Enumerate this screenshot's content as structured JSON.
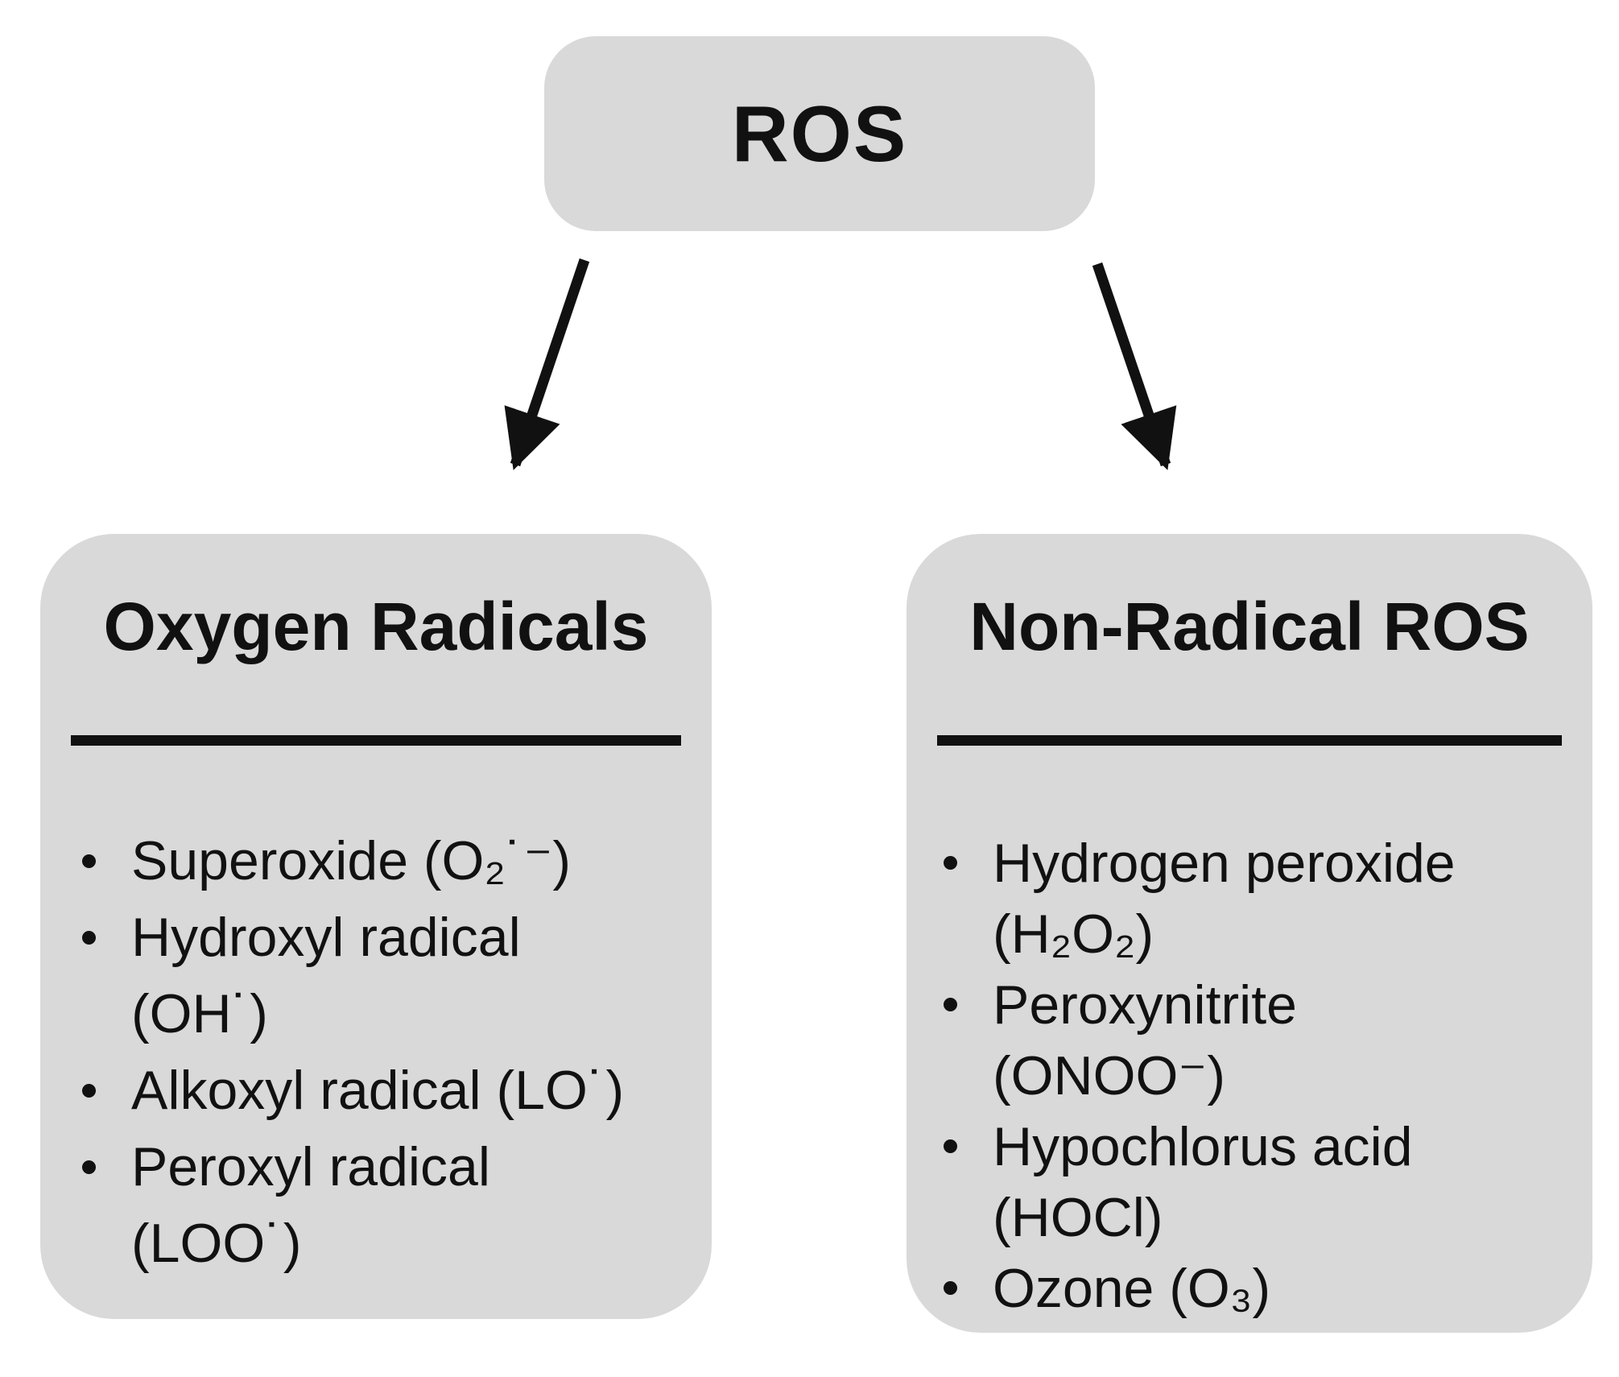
{
  "diagram": {
    "root": {
      "label": "ROS"
    },
    "left_box": {
      "title": "Oxygen Radicals",
      "items": [
        {
          "lines": [
            "Superoxide (O₂˙⁻)"
          ]
        },
        {
          "lines": [
            "Hydroxyl radical",
            "(OH˙)"
          ]
        },
        {
          "lines": [
            "Alkoxyl radical (LO˙)"
          ]
        },
        {
          "lines": [
            "Peroxyl radical",
            "(LOO˙)"
          ]
        }
      ]
    },
    "right_box": {
      "title": "Non-Radical ROS",
      "items": [
        {
          "lines": [
            "Hydrogen peroxide",
            "(H₂O₂)"
          ]
        },
        {
          "lines": [
            "Peroxynitrite",
            "(ONOO⁻)"
          ]
        },
        {
          "lines": [
            "Hypochlorus acid",
            "(HOCl)"
          ]
        },
        {
          "lines": [
            "Ozone (O₃)"
          ]
        }
      ]
    }
  },
  "colors": {
    "box_fill": "#d9d9d9",
    "line": "#111111",
    "text": "#111111",
    "background": "#ffffff"
  }
}
